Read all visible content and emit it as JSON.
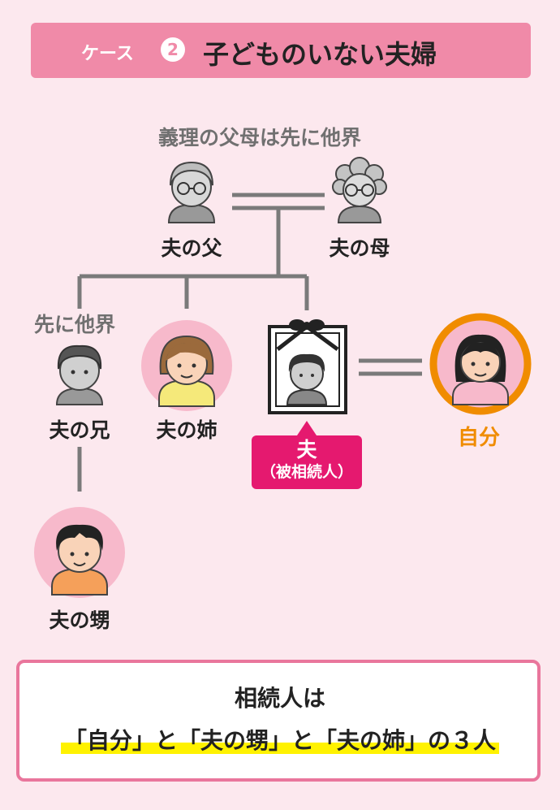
{
  "header": {
    "case_label": "ケース",
    "case_number": "2",
    "title": "子どものいない夫婦"
  },
  "notes": {
    "in_laws_deceased": "義理の父母は先に他界",
    "brother_deceased": "先に他界"
  },
  "people": {
    "husband_father": "夫の父",
    "husband_mother": "夫の母",
    "husband_brother": "夫の兄",
    "husband_sister": "夫の姉",
    "husband_nephew": "夫の甥",
    "self": "自分"
  },
  "husband_tag": {
    "main": "夫",
    "sub": "（被相続人）"
  },
  "result": {
    "line1": "相続人は",
    "line2": "「自分」と「夫の甥」と「夫の姉」の３人"
  },
  "colors": {
    "background": "#fce8ee",
    "header": "#f08aa8",
    "accent_pink": "#e5196f",
    "self_orange": "#f08c00",
    "highlight": "#fff200",
    "lines": "#7a7a7a"
  }
}
